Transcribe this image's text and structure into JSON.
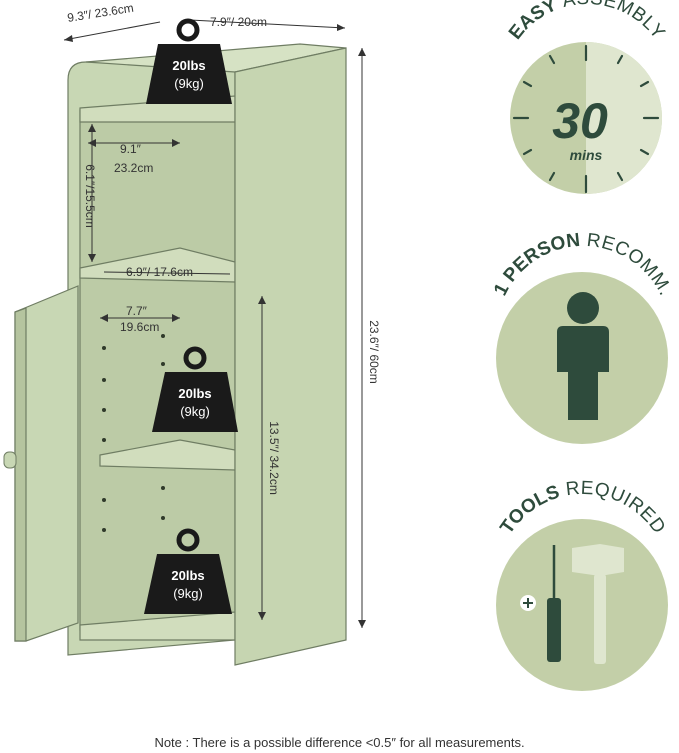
{
  "dimensions": {
    "depth": "9.3″/ 23.6cm",
    "width": "7.9″/ 20cm",
    "height": "23.6″/ 60cm",
    "top_width_in": "9.1″",
    "top_width_cm": "23.2cm",
    "top_height": "6.1″/15.5cm",
    "mid_width": "6.9″/ 17.6cm",
    "low_width_in": "7.7″",
    "low_width_cm": "19.6cm",
    "low_height": "13.5″/ 34.2cm"
  },
  "weights": {
    "top": {
      "lbs": "20lbs",
      "kg": "(9kg)"
    },
    "middle": {
      "lbs": "20lbs",
      "kg": "(9kg)"
    },
    "bottom": {
      "lbs": "20lbs",
      "kg": "(9kg)"
    }
  },
  "badges": {
    "assembly": {
      "bold": "EASY",
      "regular": "ASSEMBLY",
      "value": "30",
      "unit": "mins"
    },
    "person": {
      "bold": "1 PERSON",
      "regular": "RECOMM."
    },
    "tools": {
      "bold": "TOOLS",
      "regular": "REQUIRED"
    }
  },
  "note": "Note : There is a possible difference <0.5″ for all measurements.",
  "colors": {
    "cabinet": "#c8d7b4",
    "badge_light": "#c8d4b0",
    "badge_dark": "#2e4b3c",
    "weight": "#1a1a1a"
  }
}
